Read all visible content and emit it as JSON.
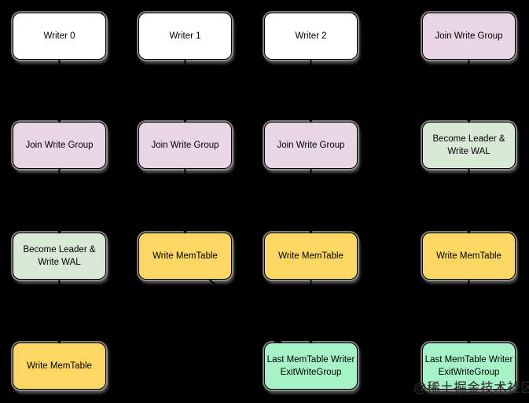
{
  "diagram": {
    "background": "#000000",
    "border_color": "#000000",
    "text_color": "#000000",
    "node_colors": {
      "white": "#ffffff",
      "pink": "#e9d6e4",
      "green": "#d8e9d6",
      "yellow": "#fcd763",
      "mint": "#a6f3c8"
    },
    "nodes": [
      {
        "id": "writer-0",
        "col": 0,
        "row": 0,
        "color": "white",
        "label": "Writer 0"
      },
      {
        "id": "jwg-0",
        "col": 0,
        "row": 1,
        "color": "pink",
        "label": "Join Write Group"
      },
      {
        "id": "leader-0",
        "col": 0,
        "row": 2,
        "color": "green",
        "label": "Become Leader &\nWrite WAL"
      },
      {
        "id": "memtable-0",
        "col": 0,
        "row": 3,
        "color": "yellow",
        "label": "Write MemTable"
      },
      {
        "id": "writer-1",
        "col": 1,
        "row": 0,
        "color": "white",
        "label": "Writer 1"
      },
      {
        "id": "jwg-1",
        "col": 1,
        "row": 1,
        "color": "pink",
        "label": "Join Write Group"
      },
      {
        "id": "memtable-1",
        "col": 1,
        "row": 2,
        "color": "yellow",
        "label": "Write MemTable"
      },
      {
        "id": "writer-2",
        "col": 2,
        "row": 0,
        "color": "white",
        "label": "Writer 2"
      },
      {
        "id": "jwg-2",
        "col": 2,
        "row": 1,
        "color": "pink",
        "label": "Join Write Group"
      },
      {
        "id": "memtable-2",
        "col": 2,
        "row": 2,
        "color": "yellow",
        "label": "Write MemTable"
      },
      {
        "id": "exit-2",
        "col": 2,
        "row": 3,
        "color": "mint",
        "label": "Last MemTable Writer\nExitWriteGroup"
      },
      {
        "id": "jwg-3",
        "col": 3,
        "row": 0,
        "color": "pink",
        "label": "Join Write Group"
      },
      {
        "id": "leader-3",
        "col": 3,
        "row": 1,
        "color": "green",
        "label": "Become Leader &\nWrite WAL"
      },
      {
        "id": "memtable-3",
        "col": 3,
        "row": 2,
        "color": "yellow",
        "label": "Write MemTable"
      },
      {
        "id": "exit-3",
        "col": 3,
        "row": 3,
        "color": "mint",
        "label": "Last MemTable Writer\nExitWriteGroup"
      }
    ],
    "edges": [
      {
        "from": "writer-0",
        "to": "jwg-0"
      },
      {
        "from": "jwg-0",
        "to": "leader-0"
      },
      {
        "from": "leader-0",
        "to": "memtable-0"
      },
      {
        "from": "writer-1",
        "to": "jwg-1"
      },
      {
        "from": "jwg-1",
        "to": "memtable-1"
      },
      {
        "from": "memtable-1",
        "to": "exit-2"
      },
      {
        "from": "writer-2",
        "to": "jwg-2"
      },
      {
        "from": "jwg-2",
        "to": "memtable-2"
      },
      {
        "from": "memtable-2",
        "to": "exit-2"
      },
      {
        "from": "jwg-3",
        "to": "leader-3"
      },
      {
        "from": "leader-3",
        "to": "memtable-3"
      },
      {
        "from": "memtable-3",
        "to": "exit-3"
      }
    ],
    "watermark": "@稀土掘金技术社区"
  }
}
